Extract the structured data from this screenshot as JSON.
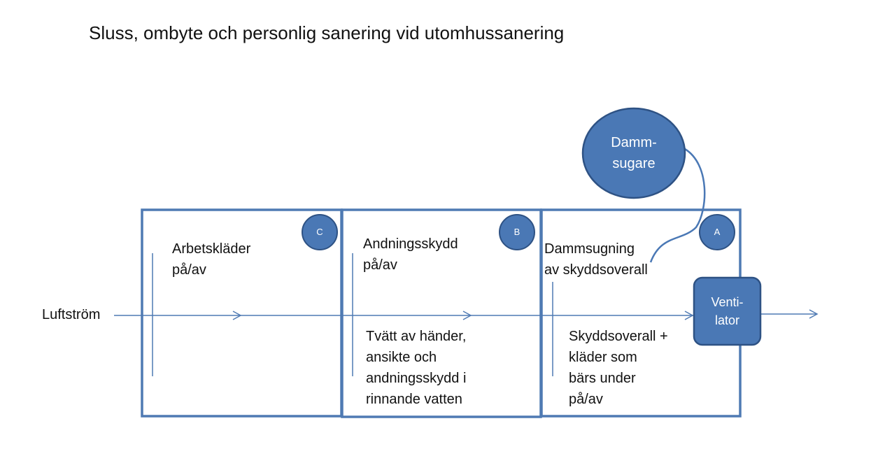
{
  "title": "Sluss, ombyte och personlig sanering vid utomhussanering",
  "airflow_label": "Luftström",
  "colors": {
    "box_border": "#4f7ab3",
    "node_fill": "#4a78b5",
    "node_border": "#2e5284",
    "line": "#4f7ab3",
    "text": "#111111"
  },
  "zones": [
    {
      "badge": "C",
      "top_label": [
        "Arbetskläder",
        "på/av"
      ],
      "bottom_label": []
    },
    {
      "badge": "B",
      "top_label": [
        "Andningsskydd",
        "på/av"
      ],
      "bottom_label": [
        "Tvätt av händer,",
        "ansikte och",
        "andningsskydd i",
        "rinnande vatten"
      ]
    },
    {
      "badge": "A",
      "top_label": [
        "Dammsugning",
        "av skyddsoverall"
      ],
      "bottom_label": [
        "Skyddsoverall +",
        "kläder som",
        "bärs under",
        "på/av"
      ]
    }
  ],
  "vacuum": {
    "label": [
      "Damm-",
      "sugare"
    ]
  },
  "ventilator": {
    "label": [
      "Venti-",
      "lator"
    ]
  }
}
